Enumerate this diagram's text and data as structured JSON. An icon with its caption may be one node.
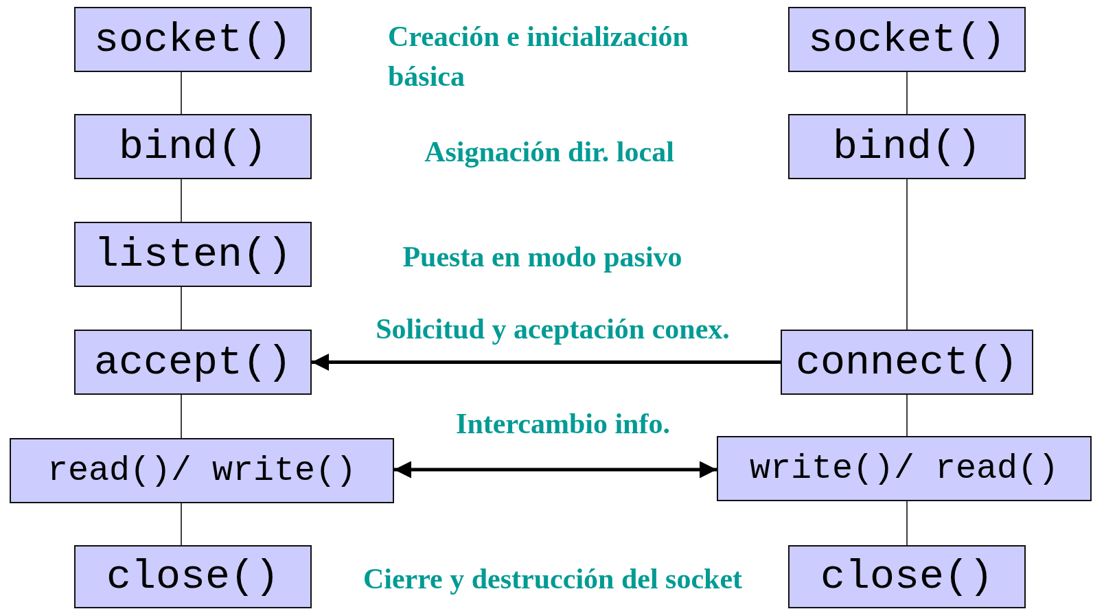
{
  "diagram": {
    "nodes": [
      {
        "text": [
          "socket()"
        ]
      },
      {
        "text": [
          "bind()"
        ]
      },
      {
        "text": [
          "listen()"
        ]
      },
      {
        "text": [
          "accept()"
        ]
      },
      {
        "text": [
          "read()/ write()"
        ]
      },
      {
        "text": [
          "close()"
        ]
      },
      {
        "text": [
          "socket()"
        ]
      },
      {
        "text": [
          "bind()"
        ]
      },
      {
        "text": [
          "connect()"
        ]
      },
      {
        "text": [
          "write()/ read()"
        ]
      },
      {
        "text": [
          "close()"
        ]
      }
    ],
    "edges": [
      {
        "from": 0,
        "to": 1,
        "arrow": "none"
      },
      {
        "from": 1,
        "to": 2,
        "arrow": "none"
      },
      {
        "from": 2,
        "to": 3,
        "arrow": "none"
      },
      {
        "from": 3,
        "to": 4,
        "arrow": "none"
      },
      {
        "from": 4,
        "to": 5,
        "arrow": "none"
      },
      {
        "from": 6,
        "to": 7,
        "arrow": "none"
      },
      {
        "from": 7,
        "to": 8,
        "arrow": "none"
      },
      {
        "from": 8,
        "to": 9,
        "arrow": "none"
      },
      {
        "from": 9,
        "to": 10,
        "arrow": "none"
      },
      {
        "from": 8,
        "to": 3,
        "arrow": "to",
        "style": "thick"
      },
      {
        "from": 4,
        "to": 9,
        "arrow": "both",
        "style": "thick"
      }
    ],
    "labels": [
      "Creación e inicialización básica",
      "Asignación dir. local",
      "Puesta en modo pasivo",
      "Solicitud y aceptación conex.",
      "Intercambio info.",
      "Cierre y destrucción del socket"
    ]
  }
}
